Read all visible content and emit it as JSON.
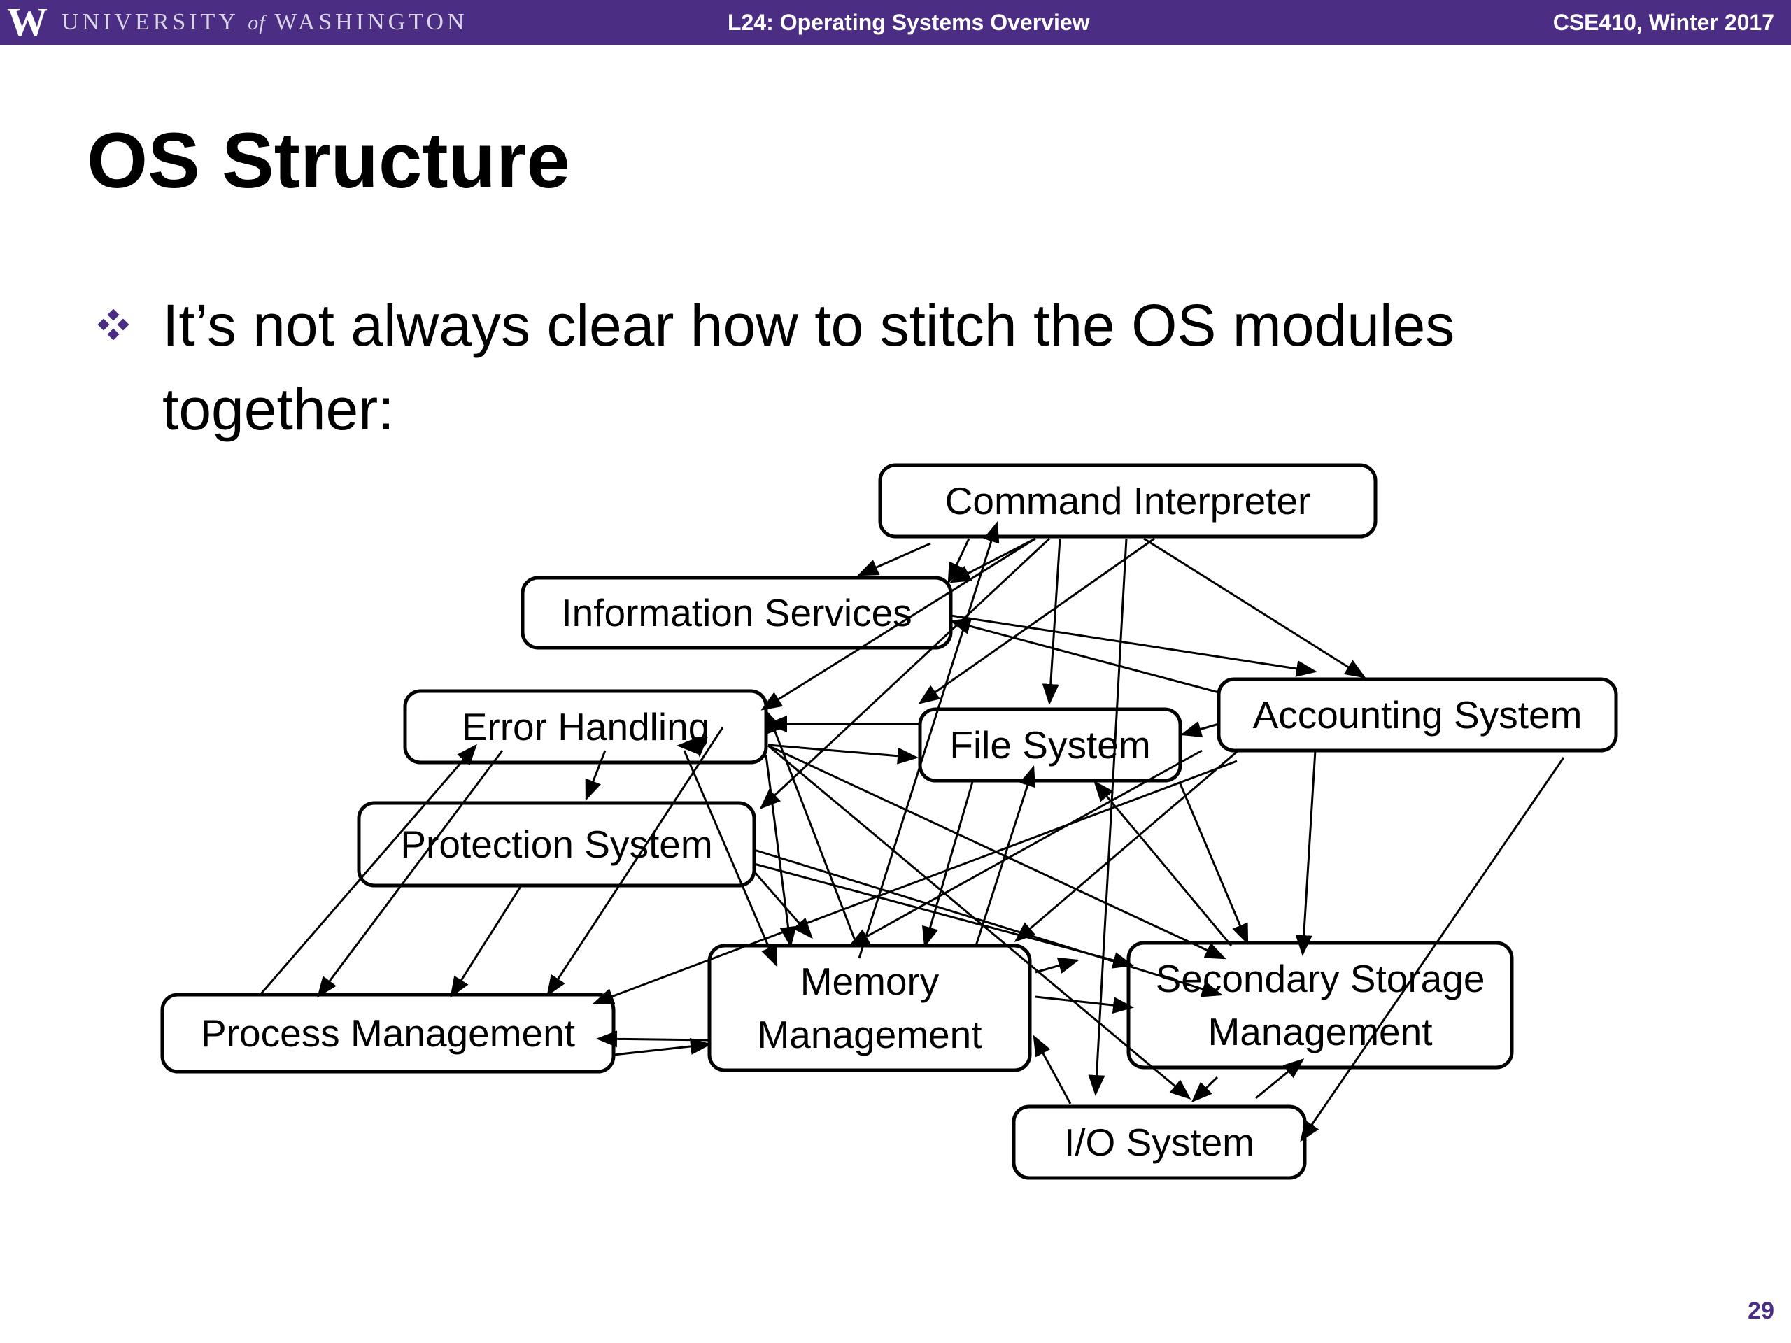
{
  "header": {
    "logo_letter": "W",
    "university_pre": "UNIVERSITY",
    "university_of": "of",
    "university_post": "WASHINGTON",
    "lecture": "L24:  Operating Systems Overview",
    "course": "CSE410, Winter 2017"
  },
  "slide": {
    "title": "OS Structure",
    "bullet": "It’s not always clear how to stitch the OS modules together:",
    "bullet_icon": "diamond-bullet-icon",
    "page_number": "29"
  },
  "diagram": {
    "nodes": {
      "command_interpreter": [
        "Command Interpreter"
      ],
      "information_services": [
        "Information Services"
      ],
      "error_handling": [
        "Error Handling"
      ],
      "file_system": [
        "File System"
      ],
      "accounting_system": [
        "Accounting System"
      ],
      "protection_system": [
        "Protection System"
      ],
      "process_management": [
        "Process Management"
      ],
      "memory_management": [
        "Memory",
        "Management"
      ],
      "secondary_storage": [
        "Secondary Storage",
        "Management"
      ],
      "io_system": [
        "I/O System"
      ]
    }
  },
  "colors": {
    "header_bg": "#4b2e83",
    "accent": "#4b2e83"
  }
}
